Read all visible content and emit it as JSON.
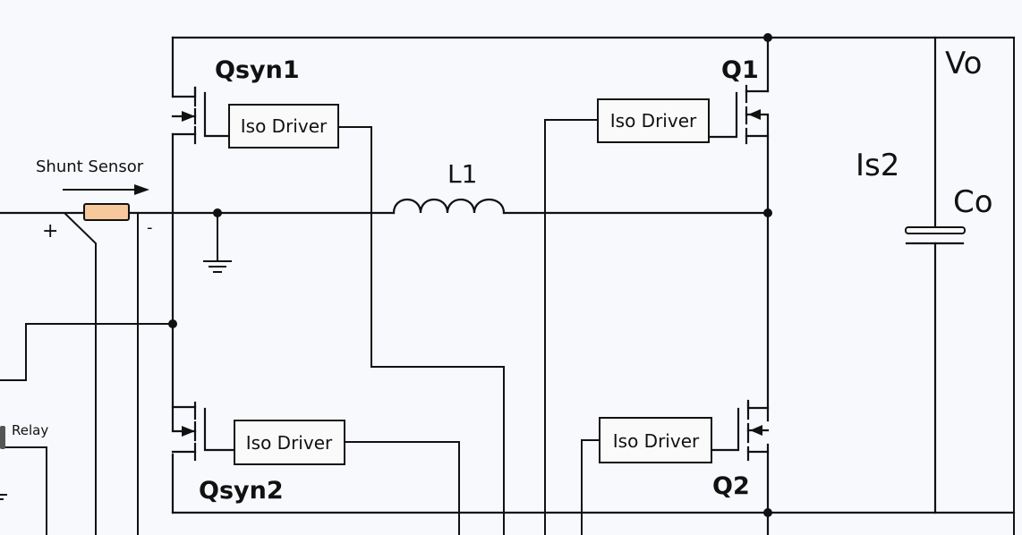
{
  "diagram": {
    "title": "Synchronous full-bridge converter with shunt sensing",
    "labels": {
      "qsyn1": "Qsyn1",
      "qsyn2": "Qsyn2",
      "q1": "Q1",
      "q2": "Q2",
      "l1": "L1",
      "vo": "Vo",
      "is2": "Is2",
      "co": "Co",
      "shunt_sensor": "Shunt Sensor",
      "plus": "+",
      "minus": "-",
      "relay": "Relay"
    },
    "drivers": [
      {
        "id": "drv-qsyn1",
        "label": "Iso Driver"
      },
      {
        "id": "drv-q1",
        "label": "Iso Driver"
      },
      {
        "id": "drv-qsyn2",
        "label": "Iso Driver"
      },
      {
        "id": "drv-q2",
        "label": "Iso Driver"
      }
    ],
    "colors": {
      "wire": "#111111",
      "shunt_fill": "#f6c89b",
      "background": "#f8f9fc"
    }
  }
}
